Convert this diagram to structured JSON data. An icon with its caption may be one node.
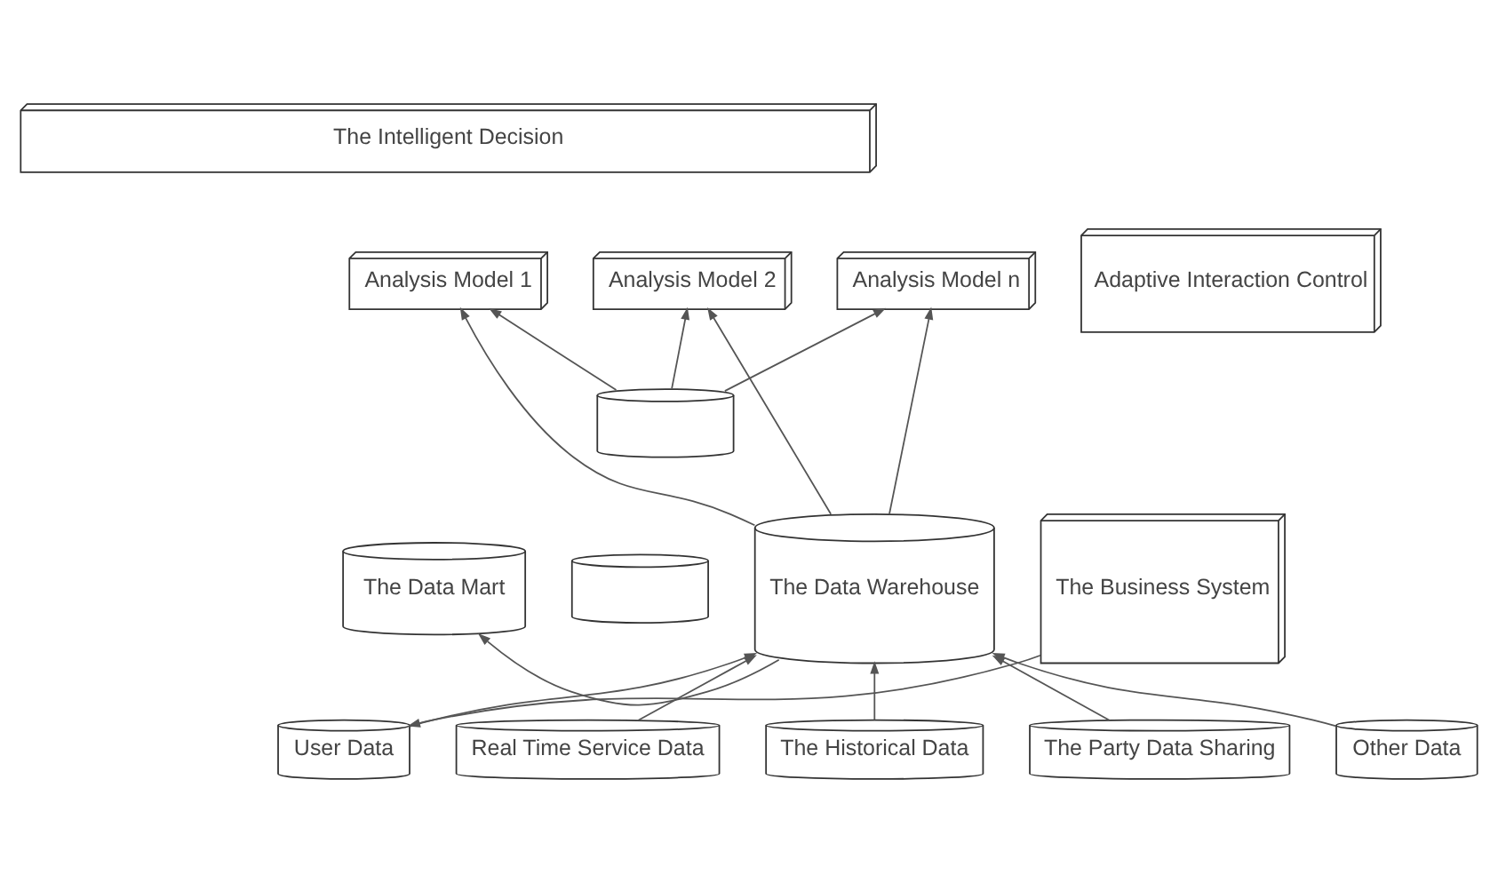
{
  "diagram": {
    "nodes": [
      {
        "text": [
          "The Intelligent Decision"
        ]
      },
      {
        "text": [
          "Adaptive Interaction Control"
        ]
      },
      {
        "text": [
          "Analysis Model 1"
        ]
      },
      {
        "text": [
          "Analysis Model 2"
        ]
      },
      {
        "text": [
          "Analysis Model n"
        ]
      },
      {
        "text": [
          "The Business System"
        ]
      },
      {
        "text": [
          "The Data Warehouse"
        ]
      },
      {
        "text": [],
        "shape": "cylinder"
      },
      {
        "text": [
          "The Data Mart"
        ]
      },
      {
        "text": [],
        "shape": "cylinder"
      },
      {
        "text": [
          "User Data"
        ]
      },
      {
        "text": [
          "Real Time Service Data"
        ]
      },
      {
        "text": [
          "The Historical Data"
        ]
      },
      {
        "text": [
          "The Party Data Sharing"
        ]
      },
      {
        "text": [
          "Other Data"
        ]
      }
    ],
    "edges": [
      {
        "from": 5,
        "to": 10,
        "arrow": "to"
      },
      {
        "from": 10,
        "to": 6,
        "arrow": "to"
      },
      {
        "from": 11,
        "to": 6,
        "arrow": "to"
      },
      {
        "from": 6,
        "to": 8,
        "arrow": "to"
      },
      {
        "from": 6,
        "to": 2,
        "arrow": "to"
      },
      {
        "from": 6,
        "to": 3,
        "arrow": "to"
      },
      {
        "from": 6,
        "to": 4,
        "arrow": "to"
      },
      {
        "from": 7,
        "to": 2,
        "arrow": "to"
      },
      {
        "from": 7,
        "to": 3,
        "arrow": "to"
      },
      {
        "from": 7,
        "to": 4,
        "arrow": "to"
      },
      {
        "from": 12,
        "to": 6,
        "arrow": "to"
      },
      {
        "from": 13,
        "to": 6,
        "arrow": "to"
      },
      {
        "from": 14,
        "to": 6,
        "arrow": "to"
      }
    ]
  }
}
